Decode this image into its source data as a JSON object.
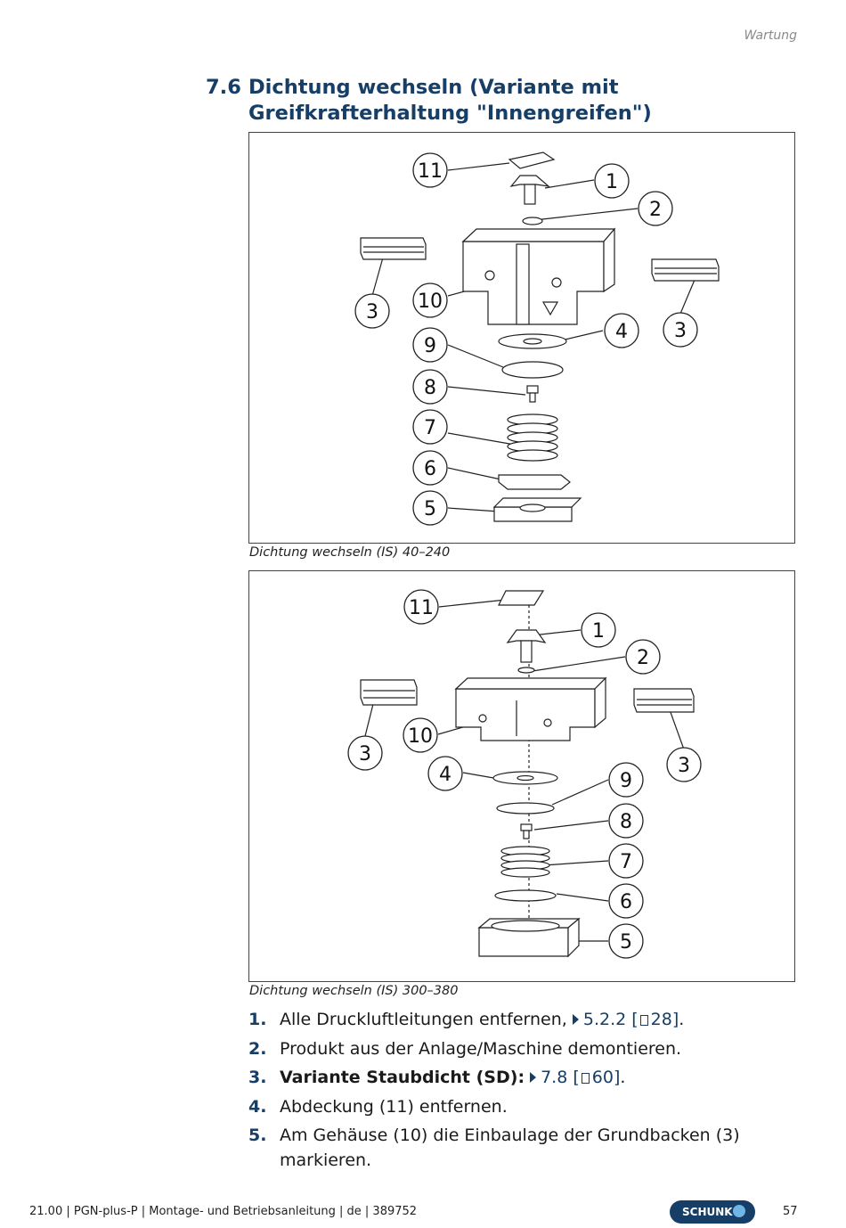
{
  "header": {
    "section": "Wartung"
  },
  "section": {
    "number": "7.6",
    "title": "Dichtung wechseln (Variante mit Greifkrafterhaltung \"Innengreifen\")"
  },
  "figures": [
    {
      "caption": "Dichtung wechseln (IS) 40–240",
      "labels": {
        "l11": "11",
        "l1": "1",
        "l2": "2",
        "l3a": "3",
        "l10": "10",
        "l4": "4",
        "l3b": "3",
        "l9": "9",
        "l8": "8",
        "l7": "7",
        "l6": "6",
        "l5": "5"
      }
    },
    {
      "caption": "Dichtung wechseln (IS) 300–380",
      "labels": {
        "l11": "11",
        "l1": "1",
        "l2": "2",
        "l3a": "3",
        "l10": "10",
        "l4": "4",
        "l3b": "3",
        "l9": "9",
        "l8": "8",
        "l7": "7",
        "l6": "6",
        "l5": "5"
      }
    }
  ],
  "steps": [
    {
      "num": "1.",
      "text": "Alle Druckluftleitungen entfernen, ",
      "ref": "5.2.2",
      "page": "28",
      "after": "."
    },
    {
      "num": "2.",
      "text": "Produkt aus der Anlage/Maschine demontieren."
    },
    {
      "num": "3.",
      "bold": "Variante Staubdicht (SD):",
      "ref": "7.8",
      "page": "60",
      "after": "."
    },
    {
      "num": "4.",
      "text": "Abdeckung (11) entfernen."
    },
    {
      "num": "5.",
      "text": "Am Gehäuse (10) die Einbaulage der Grundbacken (3) markieren."
    }
  ],
  "footer": {
    "doc": "21.00 | PGN-plus-P | Montage- und Betriebsanleitung | de | 389752",
    "brand": "SCHUNK",
    "page": "57"
  }
}
